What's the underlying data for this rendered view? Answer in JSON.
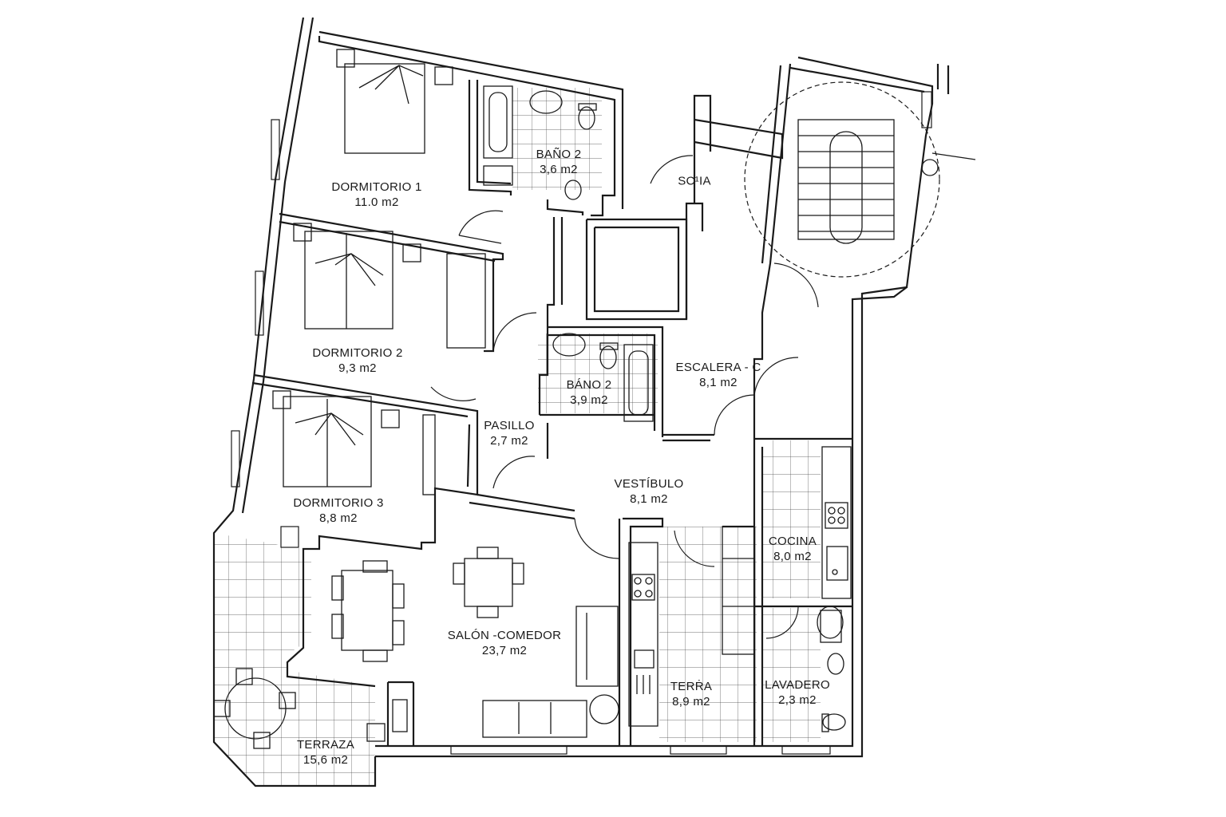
{
  "rooms": [
    {
      "id": "dormitorio-1",
      "name": "DORMITORIO 1",
      "area": "11.0 m2"
    },
    {
      "id": "bano-2-upper",
      "name": "BAÑO 2",
      "area": "3,6 m2"
    },
    {
      "id": "secadero",
      "name": "SC¹IA",
      "area": ""
    },
    {
      "id": "dormitorio-2",
      "name": "DORMITORIO 2",
      "area": "9,3 m2"
    },
    {
      "id": "bano-2-lower",
      "name": "BÁNO 2",
      "area": "3,9 m2"
    },
    {
      "id": "escalera-c",
      "name": "ESCALERA - C",
      "area": "8,1 m2"
    },
    {
      "id": "pasillo",
      "name": "PASILLO",
      "area": "2,7 m2"
    },
    {
      "id": "dormitorio-3",
      "name": "DORMITORIO 3",
      "area": "8,8 m2"
    },
    {
      "id": "vestibulo",
      "name": "VESTÍBULO",
      "area": "8,1 m2"
    },
    {
      "id": "cocina",
      "name": "COCINA",
      "area": "8,0 m2"
    },
    {
      "id": "salon-comedor",
      "name": "SALÓN -COMEDOR",
      "area": "23,7 m2"
    },
    {
      "id": "terra",
      "name": "TERṘA",
      "area": "8,9 m2"
    },
    {
      "id": "lavadero",
      "name": "LAVADERO",
      "area": "2,3 m2"
    },
    {
      "id": "terraza",
      "name": "TERRAZA",
      "area": "15,6 m2"
    }
  ]
}
